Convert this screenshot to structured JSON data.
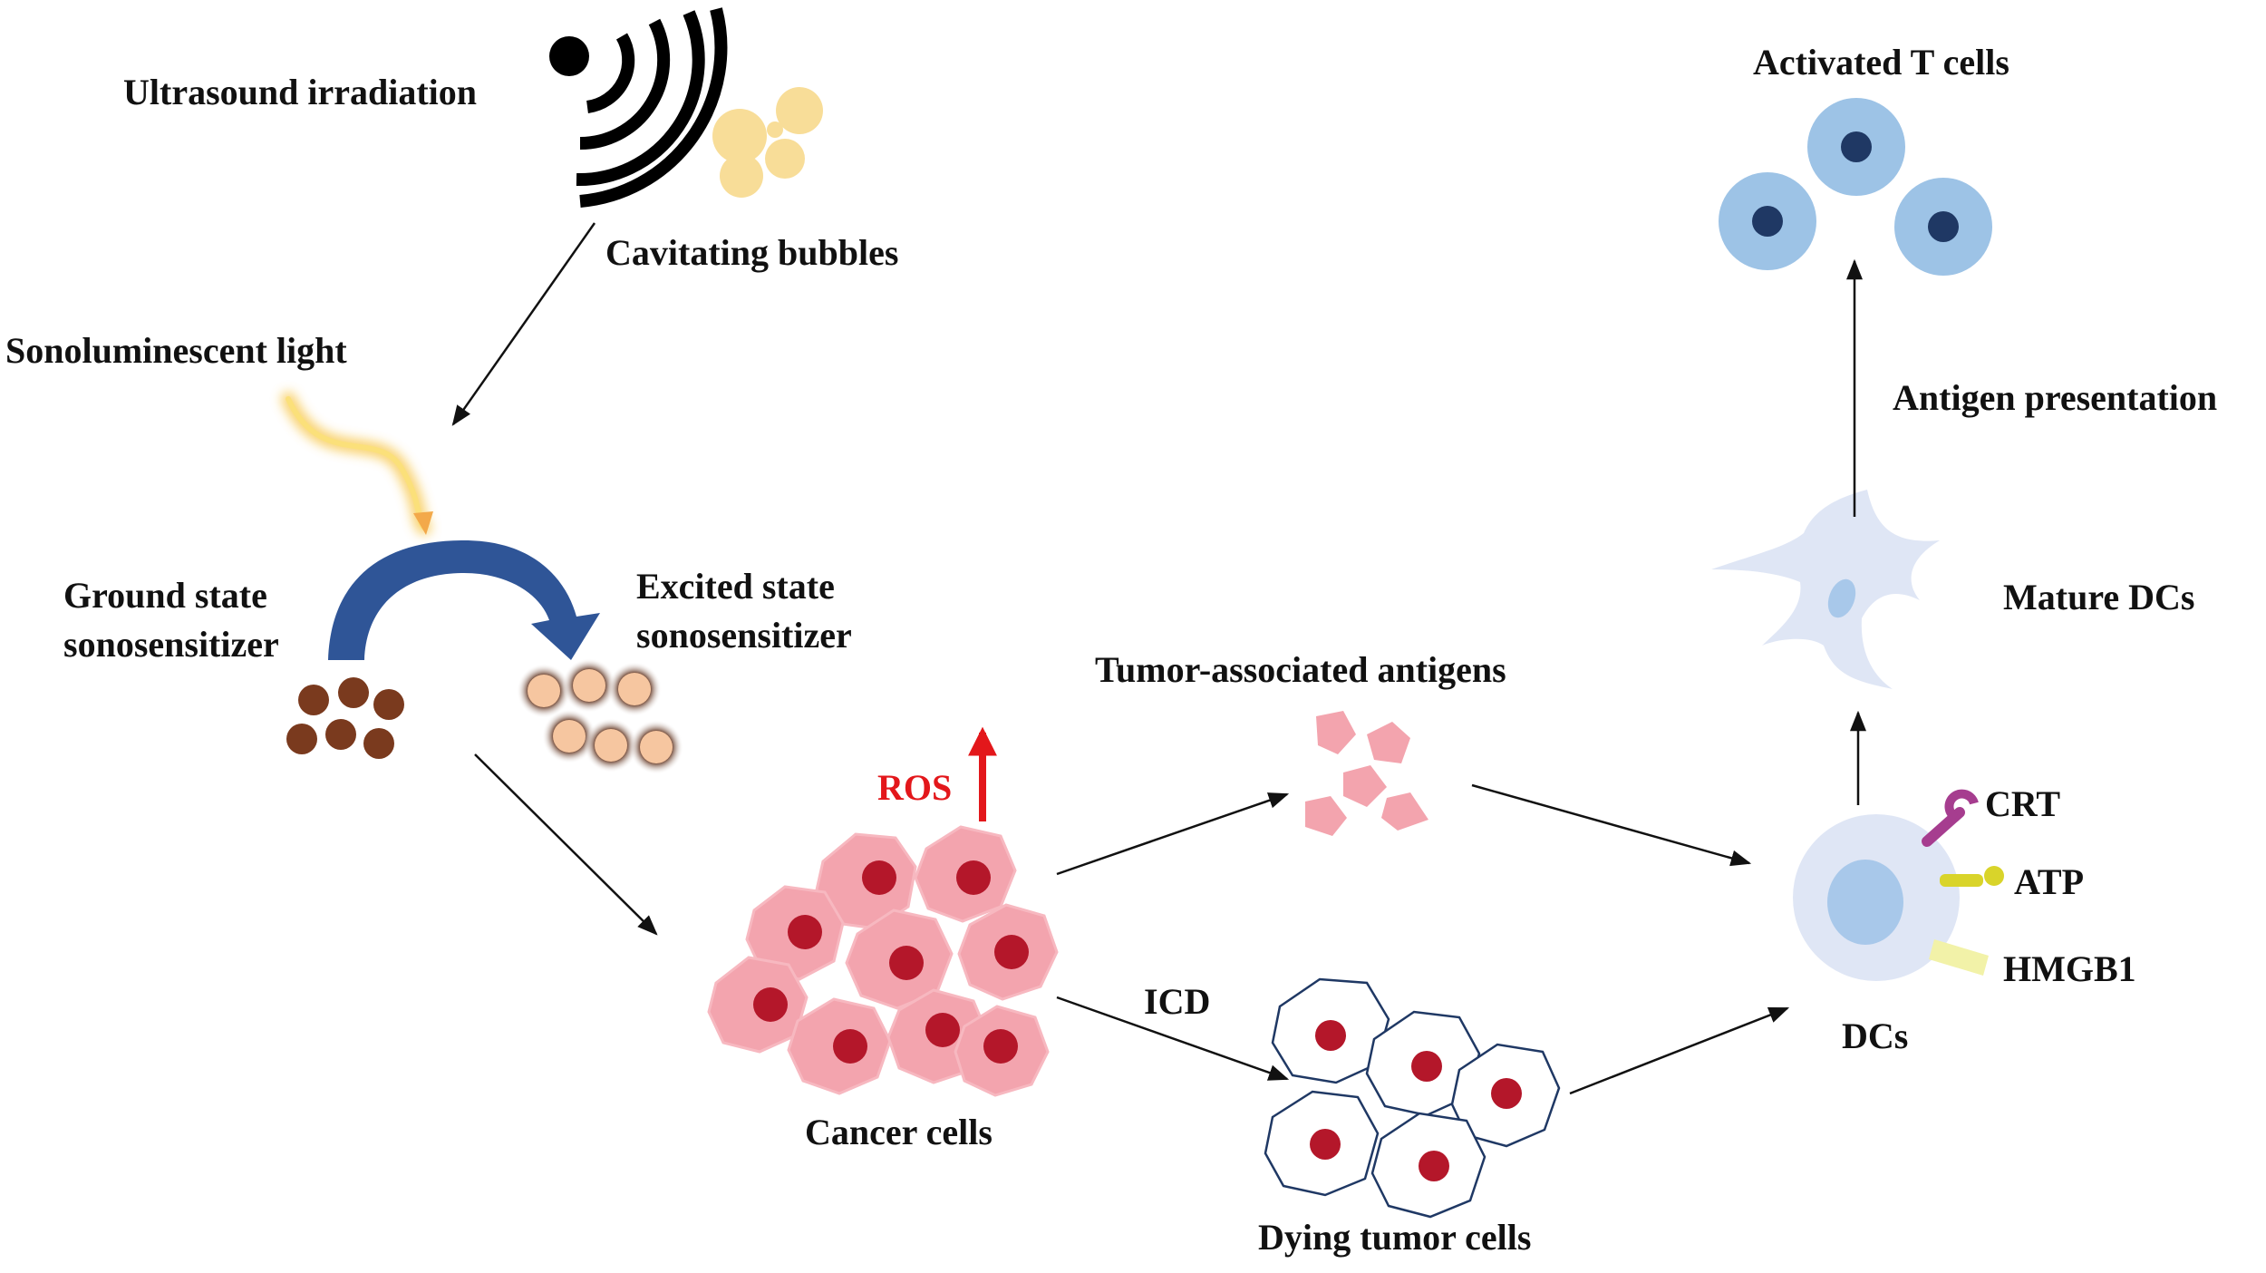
{
  "labels": {
    "ultrasound": "Ultrasound irradiation",
    "cavitating": "Cavitating bubbles",
    "sonolum": "Sonoluminescent light",
    "ground_line1": "Ground state",
    "ground_line2": "sonosensitizer",
    "excited_line1": "Excited state",
    "excited_line2": "sonosensitizer",
    "ros": "ROS",
    "cancer": "Cancer cells",
    "taa": "Tumor-associated antigens",
    "icd": "ICD",
    "dying": "Dying tumor cells",
    "dcs": "DCs",
    "crt": "CRT",
    "atp": "ATP",
    "hmgb1": "HMGB1",
    "mature": "Mature DCs",
    "antigen_pres": "Antigen presentation",
    "activated": "Activated T cells"
  },
  "colors": {
    "arrow": "#111111",
    "ros": "#e3171b",
    "blue_arrow": "#2f5597",
    "ground_particle": "#7a3a1e",
    "excited_particle": "#f6c6a0",
    "bubble": "#f8dd98",
    "cancer_cell": "#f3a4ae",
    "nucleus": "#b4172a",
    "dc_body": "#dfe6f5",
    "dc_nucleus": "#a8c8ea",
    "tcell": "#9dc3e6",
    "tcell_nucleus": "#1f3864",
    "crt": "#a63d8f",
    "atp": "#d9d42a",
    "hmgb1": "#f2f2a8"
  }
}
